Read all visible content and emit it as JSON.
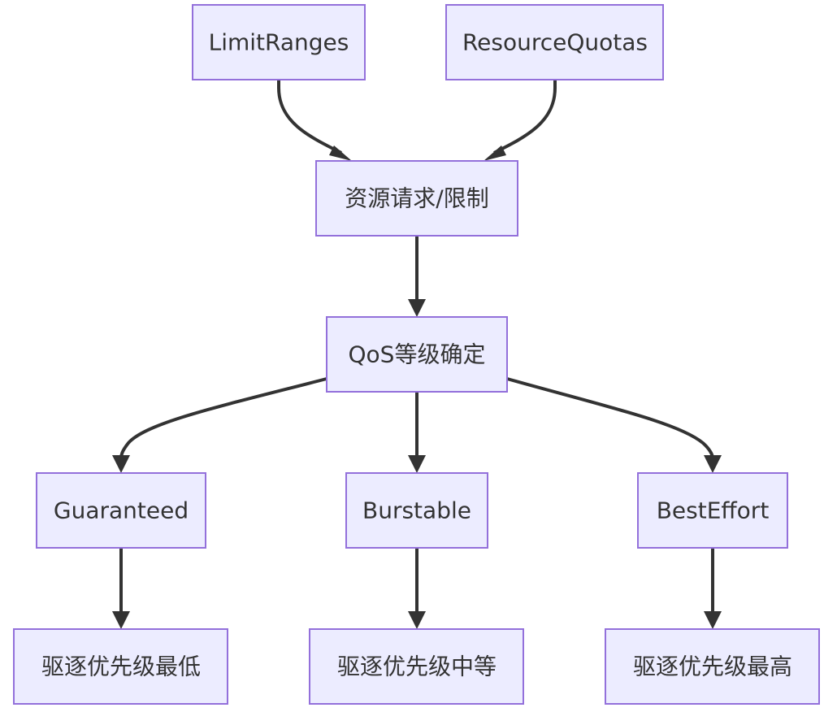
{
  "nodes": {
    "limit_ranges": "LimitRanges",
    "resource_quotas": "ResourceQuotas",
    "resource_request_limit": "资源请求/限制",
    "qos_determination": "QoS等级确定",
    "guaranteed": "Guaranteed",
    "burstable": "Burstable",
    "best_effort": "BestEffort",
    "priority_lowest": "驱逐优先级最低",
    "priority_medium": "驱逐优先级中等",
    "priority_highest": "驱逐优先级最高"
  },
  "edges": [
    {
      "from": "LimitRanges",
      "to": "资源请求/限制"
    },
    {
      "from": "ResourceQuotas",
      "to": "资源请求/限制"
    },
    {
      "from": "资源请求/限制",
      "to": "QoS等级确定"
    },
    {
      "from": "QoS等级确定",
      "to": "Guaranteed"
    },
    {
      "from": "QoS等级确定",
      "to": "Burstable"
    },
    {
      "from": "QoS等级确定",
      "to": "BestEffort"
    },
    {
      "from": "Guaranteed",
      "to": "驱逐优先级最低"
    },
    {
      "from": "Burstable",
      "to": "驱逐优先级中等"
    },
    {
      "from": "BestEffort",
      "to": "驱逐优先级最高"
    }
  ],
  "colors": {
    "node_fill": "#ececff",
    "node_stroke": "#9370db",
    "edge": "#333333",
    "text": "#333333"
  }
}
